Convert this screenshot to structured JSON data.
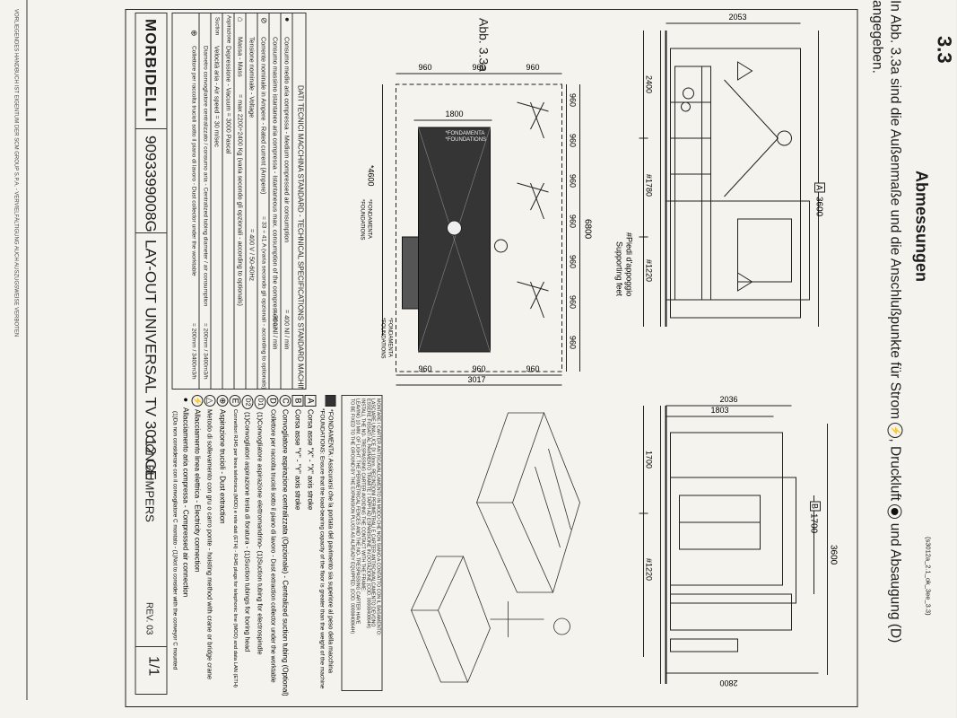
{
  "page": {
    "section_number": "3.3",
    "section_title": "Abmessungen",
    "intro_text_main": "In Abb. 3.3a sind die Außenmaße und die Anschlußpunkte für Strom",
    "intro_text_mid1": ", Druckluft",
    "intro_text_mid2": "und Absaugung (D)",
    "intro_text_2": "angegeben.",
    "page_ref": "(s3012a_2.1_ok_3ee_3.3)",
    "footer_note": "VORLIEGENDES HANDBUCH IST EIGENTUM DER SCM GROUP S.P.A. - VERVIELFÄLTIGUNG AUCH AUSZUGSWEISE VERBOTEN"
  },
  "drawing": {
    "fig_label": "Abb. 3.3a",
    "front_view": {
      "dim_top": "3600",
      "dim_top_tag": "A",
      "dim_height": "2053",
      "dim_bottom": [
        "2400",
        "#1780",
        "#1220"
      ],
      "feet_label_1": "#Piedi d'appoggio",
      "feet_label_2": "Supporting feet"
    },
    "side_view": {
      "dim_top": "3600",
      "dim_b_tag": "B",
      "dim_b": "1700",
      "dim_h1": "2036",
      "dim_h2": "1803",
      "dim_h3": "2800",
      "dim_bottom_1": "1700",
      "dim_bottom_2": "#1220"
    },
    "plan_view": {
      "dim_total": "6800",
      "dim_segments": [
        "960",
        "960",
        "960",
        "960",
        "960",
        "960",
        "960"
      ],
      "dim_left": [
        "960",
        "960",
        "960"
      ],
      "dim_right": [
        "960",
        "960",
        "960"
      ],
      "dim_right_total": "3017",
      "dim_depth": "1800",
      "dim_bottom": "*4600",
      "fond_label_1": "*FONDAMENTA",
      "fond_label_2": "*FOUNDATIONS",
      "fond_side_1": "*FONDAMENTA",
      "fond_side_2": "*FOUNDATIONS",
      "fond_right_1": "*FONDAMENTA",
      "fond_right_2": "*FOUNDATIONS"
    },
    "warning_box": [
      "MONTARE I CARTER ANTISCAVALCAMENTO IN MODO CHE NON SIANO A CONTATTO CON IL BASAMENTO:",
      "LASCIARE UNA LUCE DI 10mm. RECINZIONI PERIMETRALI E CARTER ANTISCAVALCAMENTO DEVONO",
      "ESSERE FISSATI AL PAVIMENTO TRAMITE I TAPPI AD ESPANSIONE IN DOTAZIONE (COD. 0000840864H)",
      "INSTALL THE NO- TRESPASSING CARTER AVOIDING THE CONTACT WITH THE FRAME:",
      "LEAVING 10 MM. OF LIGHT. THE PERIMETRICAL FENCES AND THE NO- TRESPASSING CARTER HAVE",
      "TO BE FIXED TO THE GROUND BY THE EXPANSION PLUGS AS ALREADY EQUIPPED. (COD. 0000840864H)"
    ],
    "legend": [
      {
        "code": "■",
        "text": "*FONDAMENTA: Assicurarsi che la portata del pavimento sia superiore al peso della macchina"
      },
      {
        "code": "",
        "text": "*FOUNDATIONS: Ensure that the load-bearing capacity of the floor is greater than the weight of the machine"
      },
      {
        "code": "A",
        "text": "Corsa asse \"X\" - \"X\" axis stroke"
      },
      {
        "code": "B",
        "text": "Corsa asse \"Y\" - \"Y\" axis stroke"
      },
      {
        "code": "C",
        "text": "Convogliatore aspirazione centralizzata (Opzionale) - Centralized suction tubing (Optional)"
      },
      {
        "code": "D",
        "text": "Collettore per raccolta trucioli sotto il piano di lavoro - Dust extraction collector under the worktable"
      },
      {
        "code": "D1",
        "text": "(1)Convogliatore aspirazione elettromandrino- (1)Suction tubing for electrospindle"
      },
      {
        "code": "D2",
        "text": "(1)Convogliatori aspirazione testa di foratura - (1)Suction tubings for boring head"
      },
      {
        "code": "E",
        "text": "Connettori RJ45 per linea telefonica (MOD) e rete dati (ETH) - RJ45 plugs for telephonic line (MOD) and data LAN (ETH)"
      },
      {
        "code": "⊕",
        "text": "Aspirazione trucioli - Dust extraction"
      },
      {
        "code": "△",
        "text": "Metodo di sollevamento con gru o carro ponte - hoisting method with crane or bridge crane"
      },
      {
        "code": "⚡",
        "text": "Allacciamento linea elettrica - Electricity connection"
      },
      {
        "code": "●",
        "text": "Allacciamento aria compressa - Compressed air connection"
      },
      {
        "code": "",
        "text": "(1)Da non considerare con il convogliatore C montato - (1)Not to consider with the conveyor C mounted"
      }
    ],
    "tech_table": {
      "title": "DATI TECNICI MACCHINA STANDARD - TECHNICAL SPECIFICATIONS STANDARD MACHINE",
      "rows": [
        {
          "sym": "●",
          "label": "Consumo medio aria compressa - Medium compressed air consumption",
          "value": "= 400 Nl / min"
        },
        {
          "sym": "",
          "label": "Consumo massimo istantaneo aria compressa - Istantaneous max. consumption of the compressed air",
          "value": "= 700 Nl / min"
        },
        {
          "sym": "⊘",
          "label": "Corrente nominale in Ampere - Rated current (Ampere)",
          "value": "= 33 ÷ 41 A (varia secondo gli opzionali - according to optionals)"
        },
        {
          "sym": "",
          "label": "Tensione nominale - Voltage",
          "value": "= 400 V / 50-60Hz"
        },
        {
          "sym": "⌂",
          "label": "Massa - Mass",
          "value": "= max 2200÷2400 Kg (varia secondo gli opzionali - according to optionals)"
        },
        {
          "sym": "Aspirazione",
          "label": "Depressione - Vacuum = 3000 Pascal",
          "value": ""
        },
        {
          "sym": "Suction",
          "label": "Velocità aria - Air speed = 30 m/sec",
          "value": ""
        },
        {
          "sym": "",
          "label": "Diametro convogliatore centralizzato / consumo aria - Centralized tubing diameter / air consumption",
          "value": "= 200mm / 3400m3/h"
        },
        {
          "sym": "⊕",
          "label": "Collettore per raccolta trucioli sotto il piano di lavoro - Dust collector under the worktable",
          "value": "= 200mm / 3400m3/h"
        }
      ]
    },
    "title_block": {
      "brand": "MORBIDELLI",
      "code": "9093399008G",
      "title": "LAY-OUT  UNIVERSAL TV 3012 CE",
      "title_suffix": "CON  BUMPERS",
      "rev": "REV. 03",
      "sheet": "1/1"
    }
  }
}
